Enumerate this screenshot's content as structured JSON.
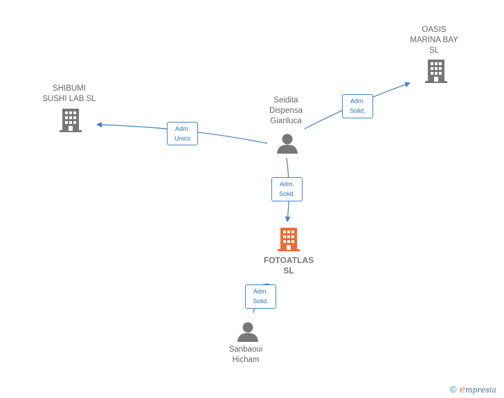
{
  "nodes": {
    "oasis": {
      "label": "OASIS\nMARINA BAY\nSL"
    },
    "shibumi": {
      "label": "SHIBUMI\nSUSHI LAB  SL"
    },
    "seidita": {
      "label": "Seidita\nDispensa\nGianluca"
    },
    "fotoatlas": {
      "label": "FOTOATLAS\nSL"
    },
    "sanbaoui": {
      "label": "Sanbaoui\nHicham"
    }
  },
  "edges": {
    "to_oasis": {
      "label": "Adm.\nSolid."
    },
    "to_shibumi": {
      "label": "Adm.\nUnico"
    },
    "to_fotoatlas": {
      "label": "Adm.\nSolid."
    },
    "sanbaoui_fotoatlas": {
      "label": "Adm.\nSolid."
    }
  },
  "footer": {
    "copyright": "©",
    "brand_first": "e",
    "brand_rest": "mpresia"
  },
  "colors": {
    "edge": "#3f82c8",
    "building": "#777777",
    "building_main": "#f06a34",
    "person": "#777777"
  }
}
